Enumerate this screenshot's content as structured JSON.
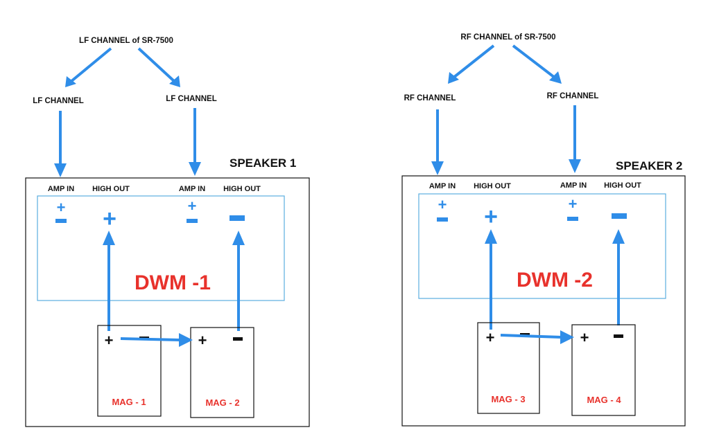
{
  "left": {
    "source_label": "LF CHANNEL of SR-7500",
    "channel_a": "LF CHANNEL",
    "channel_b": "LF CHANNEL",
    "speaker": "SPEAKER 1",
    "amp_in_a": "AMP IN",
    "high_out_a": "HIGH OUT",
    "amp_in_b": "AMP IN",
    "high_out_b": "HIGH OUT",
    "dwm": "DWM -1",
    "mag_a": "MAG - 1",
    "mag_b": "MAG - 2"
  },
  "right": {
    "source_label": "RF CHANNEL of SR-7500",
    "channel_a": "RF CHANNEL",
    "channel_b": "RF CHANNEL",
    "speaker": "SPEAKER 2",
    "amp_in_a": "AMP IN",
    "high_out_a": "HIGH OUT",
    "amp_in_b": "AMP IN",
    "high_out_b": "HIGH OUT",
    "dwm": "DWM -2",
    "mag_a": "MAG - 3",
    "mag_b": "MAG - 4"
  },
  "symbols": {
    "plus": "+",
    "minus": "-"
  },
  "colors": {
    "arrow": "#2f8de8",
    "dwm_text": "#e8322c",
    "inner_border": "#5aaee0"
  }
}
